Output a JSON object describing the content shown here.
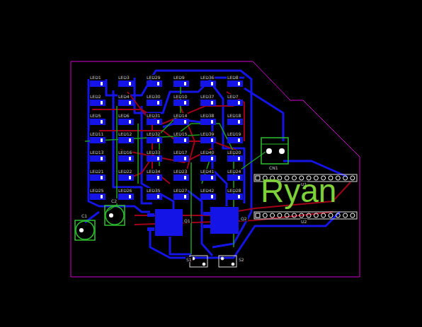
{
  "diagram": {
    "labels": [
      "LED1",
      "LED3",
      "LED29",
      "LED9",
      "LED36",
      "LED8",
      "LED2",
      "LED4",
      "LED30",
      "LED10",
      "LED37",
      "LED7",
      "LED5",
      "LED6",
      "LED31",
      "LED14",
      "LED38",
      "LED18",
      "LED11",
      "LED12",
      "LED32",
      "LED15",
      "LED39",
      "LED19",
      "LED13",
      "LED16",
      "LED33",
      "LED17",
      "LED40",
      "LED20",
      "LED21",
      "LED22",
      "LED34",
      "LED23",
      "LED41",
      "LED24",
      "LED25",
      "LED26",
      "LED35",
      "LED27",
      "LED42",
      "LED28",
      "C1",
      "C2",
      "Q1",
      "Q2",
      "S1",
      "S2",
      "CN1",
      "U1",
      "U2",
      "Ryan"
    ]
  }
}
